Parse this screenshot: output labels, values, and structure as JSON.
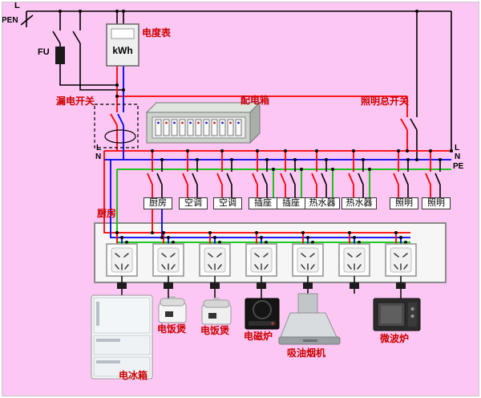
{
  "diagram": {
    "supply": {
      "l": "L",
      "pen": "PEN",
      "fuse": "FU"
    },
    "meter": {
      "name": "电度表",
      "unit": "kWh"
    },
    "rcd_label": "漏电开关",
    "panel_label": "配电箱",
    "lighting_switch_label": "照明总开关",
    "bus_left": {
      "l": "L",
      "n": "N"
    },
    "bus_right": {
      "l": "L",
      "n": "N",
      "pe": "PE"
    },
    "circuits": [
      "厨房",
      "空调",
      "空调",
      "插座",
      "插座",
      "热水器",
      "热水器",
      "照明",
      "照明"
    ],
    "kitchen_label": "厨房",
    "appliances": [
      "电冰箱",
      "电饭煲",
      "电饭煲",
      "电磁炉",
      "吸油烟机",
      "微波炉"
    ],
    "colors": {
      "background": "#fcc7f3",
      "live": "#ff0000",
      "neutral": "#0000ee",
      "earth": "#00c300",
      "label_red": "#cc0000",
      "wire_black": "#000000"
    }
  }
}
